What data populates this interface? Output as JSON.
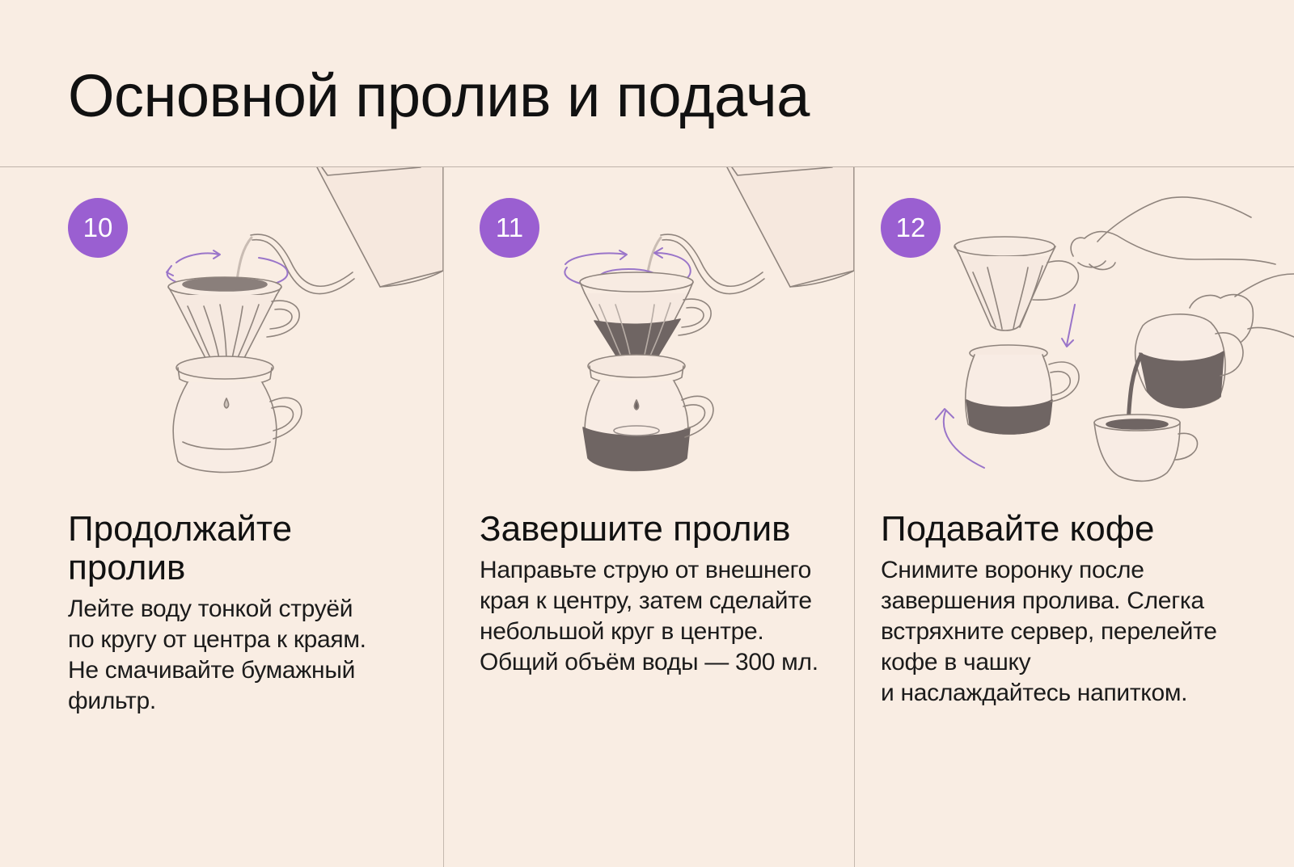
{
  "title": "Основной пролив и подача",
  "steps": [
    {
      "number": "10",
      "title": "Продолжайте пролив",
      "description": "Лейте воду тонкой струёй\nпо кругу от центра к краям.\nНе смачивайте бумажный\nфильтр."
    },
    {
      "number": "11",
      "title": "Завершите пролив",
      "description": "Направьте струю от внешнего\nкрая к центру, затем сделайте\nнебольшой круг в центре.\nОбщий объём воды — 300 мл."
    },
    {
      "number": "12",
      "title": "Подавайте кофе",
      "description": "Снимите воронку после\nзавершения пролива. Слегка\nвстряхните сервер, перелейте\nкофе в чашку\nи наслаждайтесь напитком."
    }
  ],
  "colors": {
    "background": "#f9ede3",
    "accent": "#9a5fd1",
    "line": "#b5a79c",
    "coffee": "#6f6563"
  }
}
